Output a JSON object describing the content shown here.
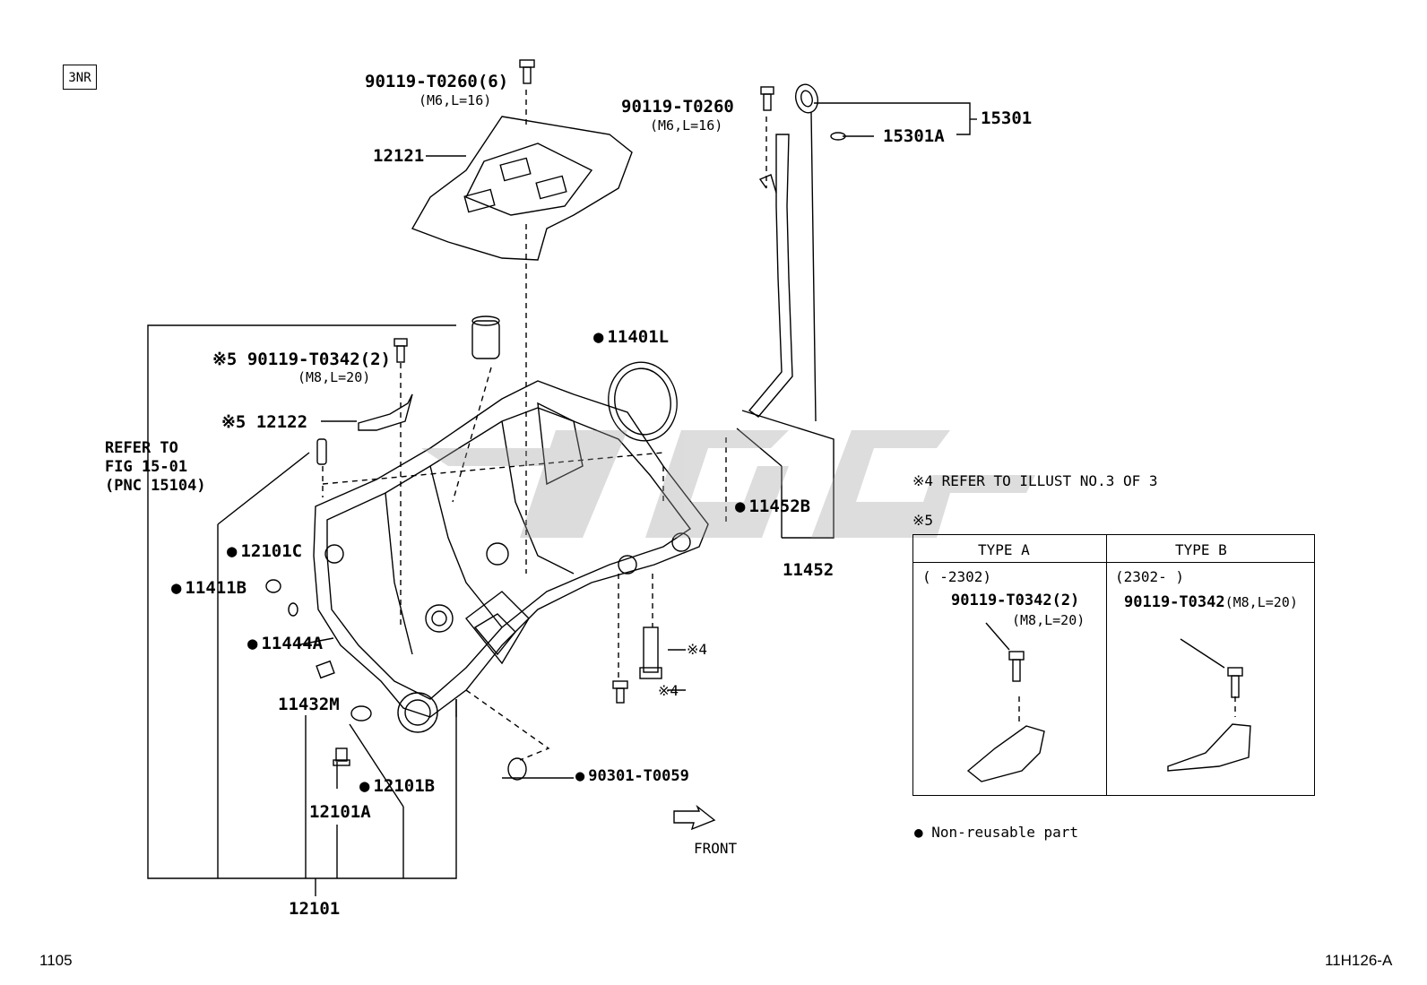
{
  "engine_code": "3NR",
  "labels": {
    "bolt_12121": "90119-T0260(6)",
    "bolt_12121_spec": "(M6,L=16)",
    "cover": "12121",
    "bolt_gauge": "90119-T0260",
    "bolt_gauge_spec": "(M6,L=16)",
    "gauge_ring": "15301A",
    "gauge_assy": "15301",
    "bolt_12122": "90119-T0342(2)",
    "bolt_12122_prefix": "※5",
    "bolt_12122_spec": "(M8,L=20)",
    "bracket_prefix": "※5",
    "bracket": "12122",
    "oring": "11401L",
    "refer_line1": "REFER TO",
    "refer_line2": "FIG 15-01",
    "refer_line3": "(PNC 15104)",
    "gauge_guide_oring": "11452B",
    "gauge_guide": "11452",
    "gasket_c": "12101C",
    "gasket_11411b": "11411B",
    "ring_11444a": "11444A",
    "union": "11432M",
    "gasket_b": "12101B",
    "plug": "12101A",
    "oil_pan_assy": "12101",
    "gasket_drain": "90301-T0059",
    "ref_mark_a": "※4",
    "ref_mark_b": "※4",
    "front": "FRONT"
  },
  "notes": {
    "note4": "※4  REFER TO ILLUST NO.3 OF 3",
    "note5": "※5",
    "legend": "Non-reusable part"
  },
  "table": {
    "type_a": {
      "header": "TYPE A",
      "range": "(      -2302)",
      "part": "90119-T0342(2)",
      "spec": "(M8,L=20)"
    },
    "type_b": {
      "header": "TYPE B",
      "range": "(2302-      )",
      "part": "90119-T0342",
      "spec": "(M8,L=20)"
    }
  },
  "footer": {
    "left": "1105",
    "right": "11H126-A"
  }
}
